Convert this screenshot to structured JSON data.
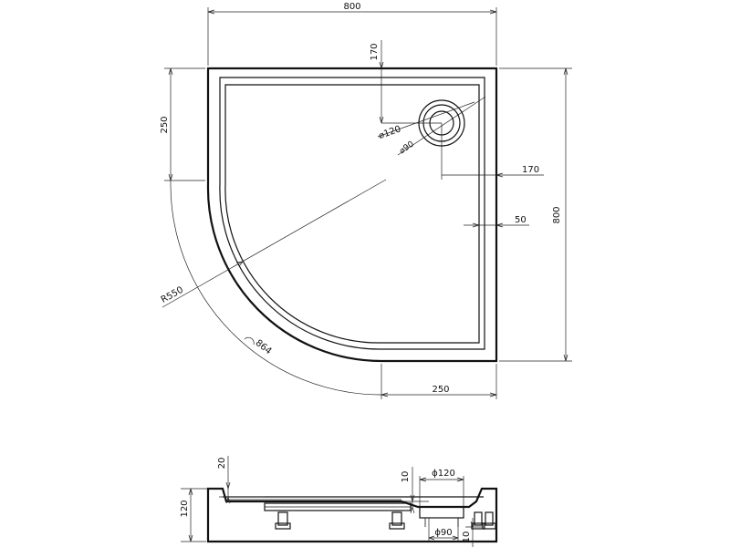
{
  "top_view": {
    "width_top": "800",
    "height_right": "800",
    "drain_offset_top": "170",
    "drain_offset_right": "170",
    "rim_offset": "50",
    "left_straight": "250",
    "bottom_straight": "250",
    "radius": "R550",
    "arc_length": "864",
    "drain_outer_dia": "⌀120",
    "drain_inner_dia": "⌀90"
  },
  "side_view": {
    "rim_height": "20",
    "total_height": "120",
    "drain_depth": "10",
    "drain_outer_dia": "ϕ120",
    "drain_inner_dia": "ϕ90",
    "foot_height": "10"
  }
}
